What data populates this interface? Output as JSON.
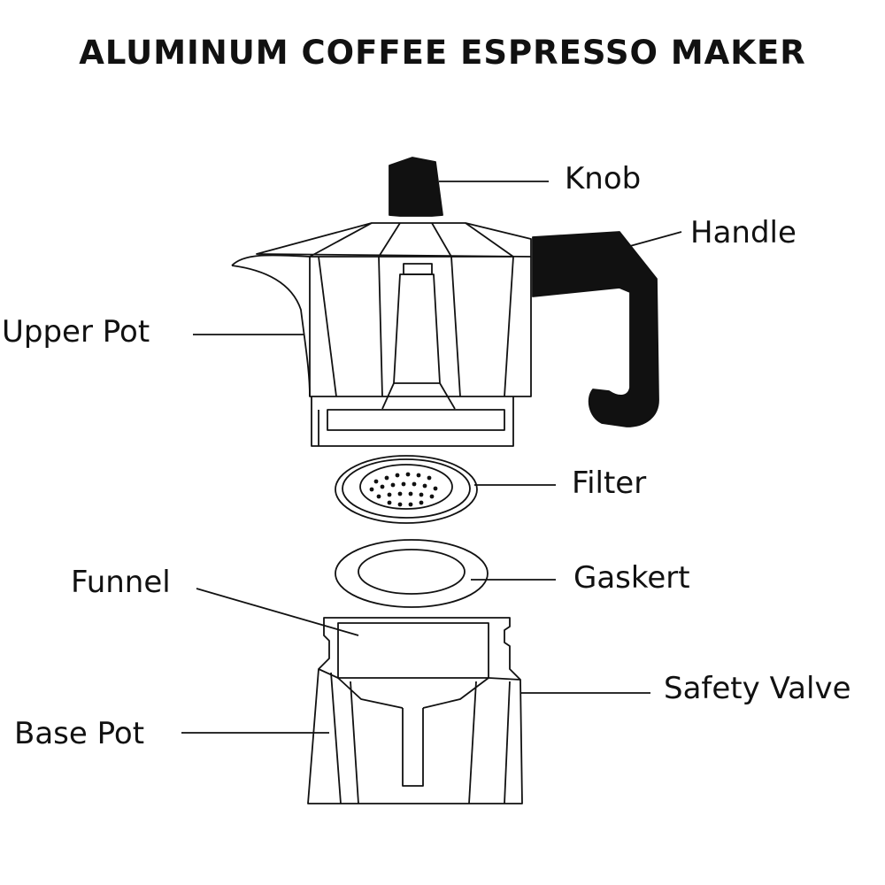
{
  "title": "ALUMINUM COFFEE ESPRESSO MAKER",
  "labels": {
    "knob": "Knob",
    "handle": "Handle",
    "upper_pot": "Upper Pot",
    "filter": "Filter",
    "gasket": "Gaskert",
    "funnel": "Funnel",
    "safety_valve": "Safety Valve",
    "base_pot": "Base Pot"
  },
  "colors": {
    "stroke": "#111111",
    "fill_dark": "#111111",
    "background": "#ffffff"
  }
}
